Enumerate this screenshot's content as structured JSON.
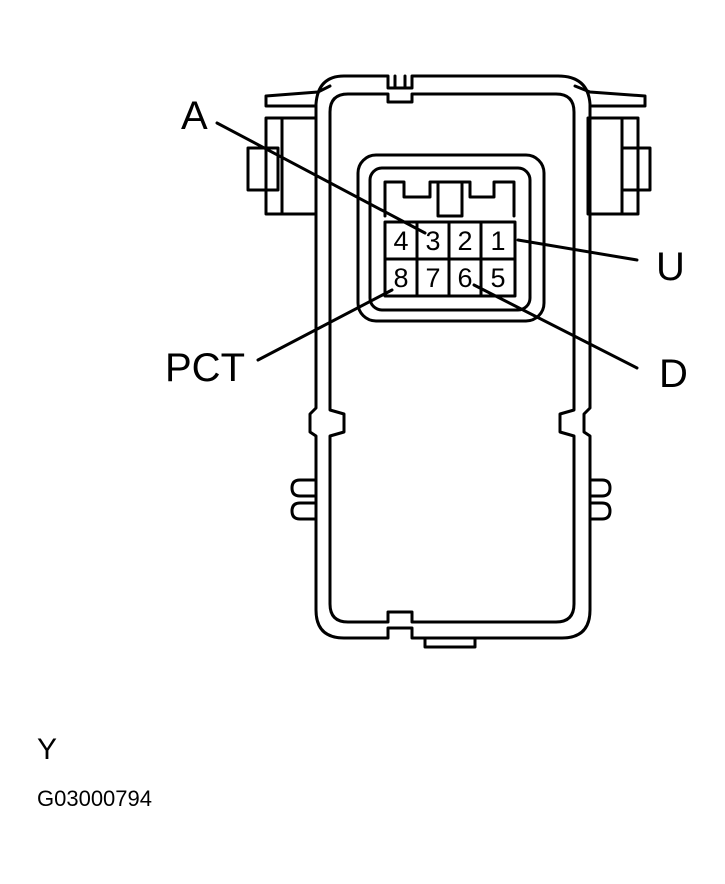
{
  "pins": {
    "p1": "1",
    "p2": "2",
    "p3": "3",
    "p4": "4",
    "p5": "5",
    "p6": "6",
    "p7": "7",
    "p8": "8"
  },
  "callouts": {
    "a": "A",
    "u": "U",
    "pct": "PCT",
    "d": "D"
  },
  "caption": "Y",
  "figure_code": "G03000794",
  "colors": {
    "line": "#000000",
    "background": "#ffffff"
  }
}
